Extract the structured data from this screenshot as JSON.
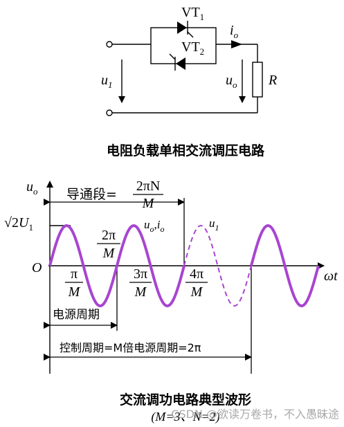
{
  "circuit": {
    "vt1": {
      "main": "VT",
      "sub": "1"
    },
    "vt2": {
      "main": "VT",
      "sub": "2"
    },
    "io": {
      "main": "i",
      "sub": "o"
    },
    "u1": {
      "main": "u",
      "sub": "1"
    },
    "uo": {
      "main": "u",
      "sub": "o"
    },
    "r": "R",
    "caption": "电阻负载单相交流调压电路"
  },
  "waveform": {
    "uo_axis": {
      "main": "u",
      "sub": "o"
    },
    "amplitude": {
      "prefix": "√2",
      "main": "U",
      "sub": "1"
    },
    "origin": "O",
    "x_axis": "ωt",
    "conduction_label": "导通段=",
    "conduction_num": "2πN",
    "conduction_den": "M",
    "curve_label": {
      "u": "u",
      "uo_sub": "o",
      "sep": ",",
      "i": "i",
      "io_sub": "o"
    },
    "dashed_label": {
      "main": "u",
      "sub": "1"
    },
    "pi_num": "π",
    "pi_den": "M",
    "two_pi_num": "2π",
    "two_pi_den": "M",
    "three_pi_num": "3π",
    "three_pi_den": "M",
    "four_pi_num": "4π",
    "four_pi_den": "M",
    "source_period": "电源周期",
    "control_period": "控制周期=M倍电源周期=2π",
    "caption": "交流调功电路典型波形",
    "params": "(M=3、N=2)",
    "watermark": "CSDN @欲读万卷书，不入愚昧途",
    "colors": {
      "wave": "#a845d0",
      "line": "#000000"
    },
    "cycles_on": 2,
    "cycles_total": 4
  }
}
